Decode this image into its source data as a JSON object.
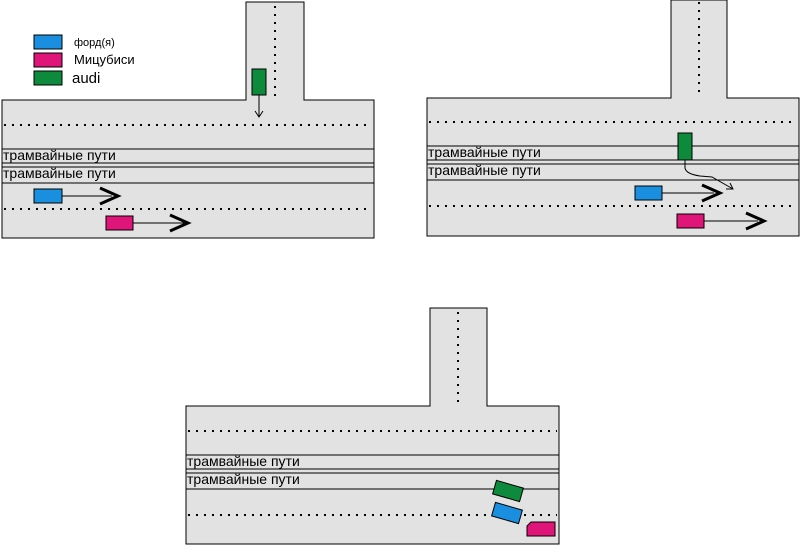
{
  "legend": {
    "ford": {
      "label": "форд(я)",
      "color": "#1a8fe0"
    },
    "mitsubishi": {
      "label": "Мицубиси",
      "color": "#e0157a"
    },
    "audi": {
      "label": "audi",
      "color": "#0d8a3c"
    }
  },
  "road_labels": {
    "tram1": "трамвайные пути",
    "tram2": "трамвайные пути"
  }
}
